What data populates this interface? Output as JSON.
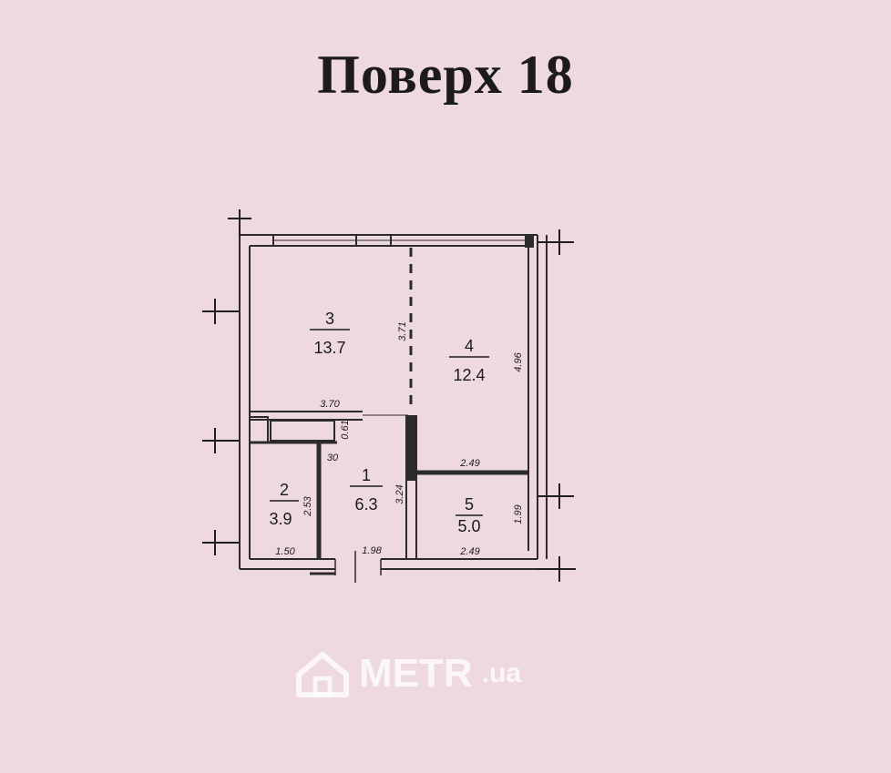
{
  "title": "Поверх  18",
  "watermark": {
    "brand": "METR",
    "tld": ".ua"
  },
  "rooms": [
    {
      "number": "3",
      "area": "13.7"
    },
    {
      "number": "4",
      "area": "12.4"
    },
    {
      "number": "2",
      "area": "3.9"
    },
    {
      "number": "1",
      "area": "6.3"
    },
    {
      "number": "5",
      "area": "5.0"
    }
  ],
  "dimensions": {
    "d_3_71": "3.71",
    "d_4_96": "4.96",
    "d_3_70": "3.70",
    "d_0_61": "0.61",
    "d_30": "30",
    "d_2_49_top": "2.49",
    "d_3_24": "3.24",
    "d_2_53": "2.53",
    "d_1_99": "1.99",
    "d_1_50": "1.50",
    "d_1_98": "1.98",
    "d_2_49_bottom": "2.49"
  },
  "colors": {
    "background": "#eed9e3",
    "ink": "#1a1a1a",
    "wall": "#2b2b2b"
  }
}
